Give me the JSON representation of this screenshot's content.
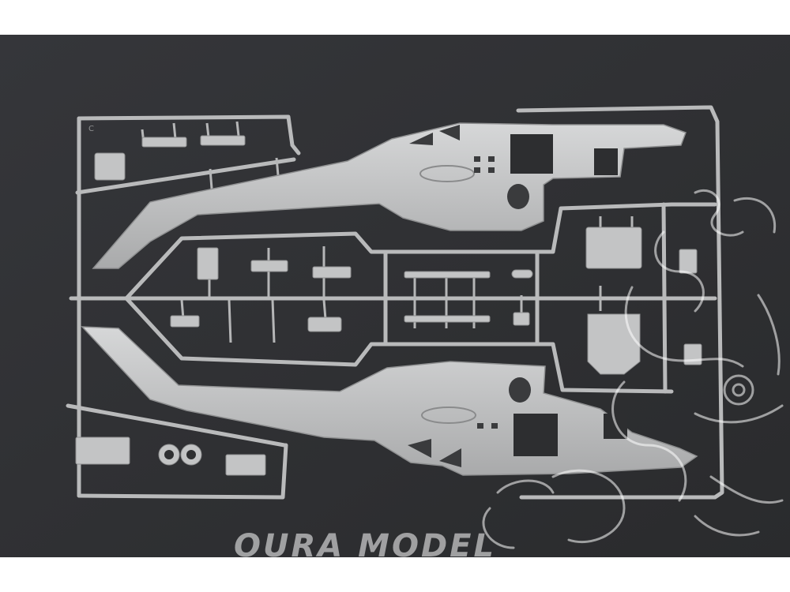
{
  "photo": {
    "subject": "",
    "background_color": "#2f3032",
    "sprue_color": "#b9babb",
    "frame_color": "#ffffff"
  },
  "sprue": {
    "frame_letter": "C"
  },
  "watermark": {
    "text": "OURA MODEL",
    "kind": "logo-watermark"
  }
}
